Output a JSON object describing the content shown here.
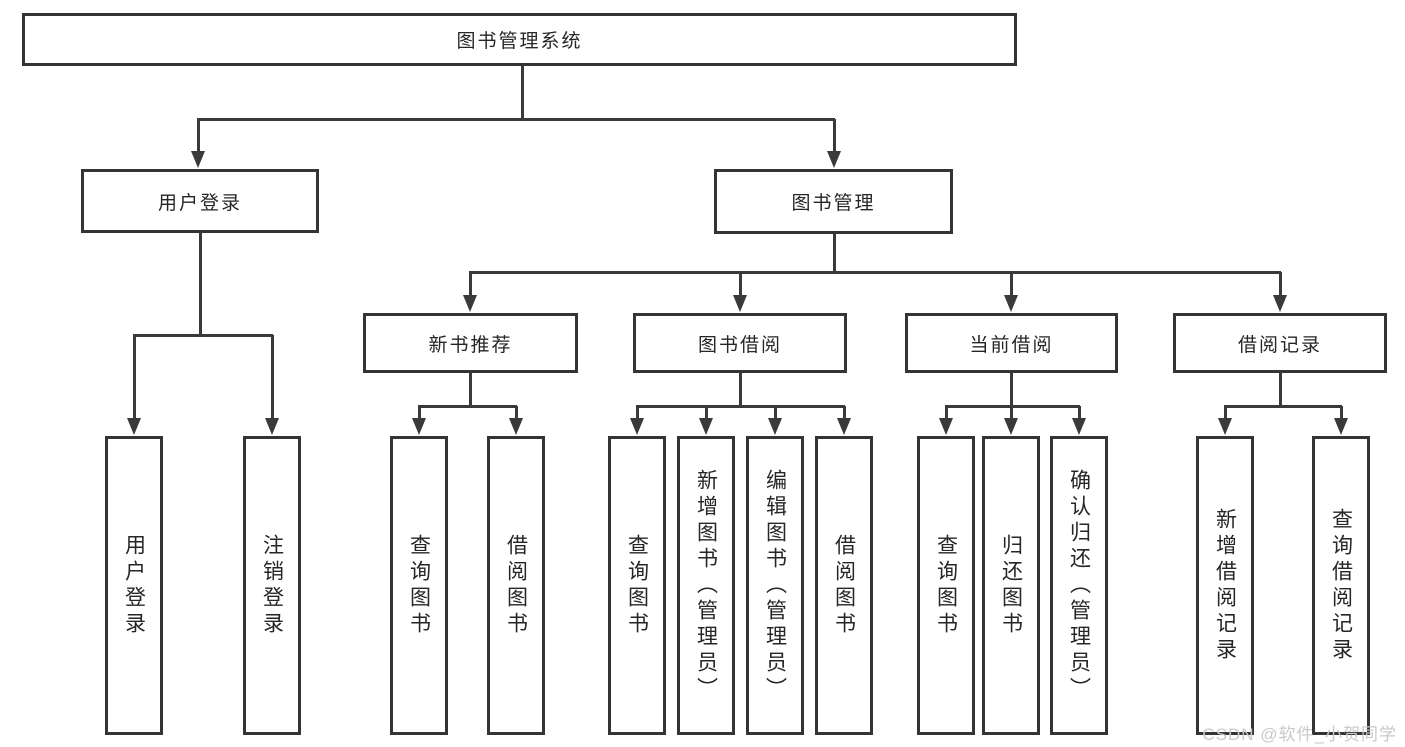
{
  "diagram": {
    "nodes": [
      {
        "id": "root",
        "label": "图书管理系统"
      },
      {
        "id": "login",
        "label": "用户登录"
      },
      {
        "id": "mgmt",
        "label": "图书管理"
      },
      {
        "id": "rec",
        "label": "新书推荐"
      },
      {
        "id": "borrow",
        "label": "图书借阅"
      },
      {
        "id": "current",
        "label": "当前借阅"
      },
      {
        "id": "records",
        "label": "借阅记录"
      },
      {
        "id": "leaf-user-login",
        "label": "用户登录"
      },
      {
        "id": "leaf-logout",
        "label": "注销登录"
      },
      {
        "id": "leaf-rec-query",
        "label": "查询图书"
      },
      {
        "id": "leaf-rec-borrow",
        "label": "借阅图书"
      },
      {
        "id": "leaf-borrow-query",
        "label": "查询图书"
      },
      {
        "id": "leaf-borrow-add",
        "label": "新增图书（管理员）"
      },
      {
        "id": "leaf-borrow-edit",
        "label": "编辑图书（管理员）"
      },
      {
        "id": "leaf-borrow-borrow",
        "label": "借阅图书"
      },
      {
        "id": "leaf-cur-query",
        "label": "查询图书"
      },
      {
        "id": "leaf-cur-return",
        "label": "归还图书"
      },
      {
        "id": "leaf-cur-confirm",
        "label": "确认归还（管理员）"
      },
      {
        "id": "leaf-records-add",
        "label": "新增借阅记录"
      },
      {
        "id": "leaf-records-query",
        "label": "查询借阅记录"
      }
    ]
  },
  "watermark": {
    "text": "CSDN @软件_小贺同学"
  },
  "colors": {
    "line": "#3a3a3a",
    "border": "#343434",
    "text": "#262626",
    "watermark": "#c9c9c9",
    "background": "#ffffff"
  }
}
